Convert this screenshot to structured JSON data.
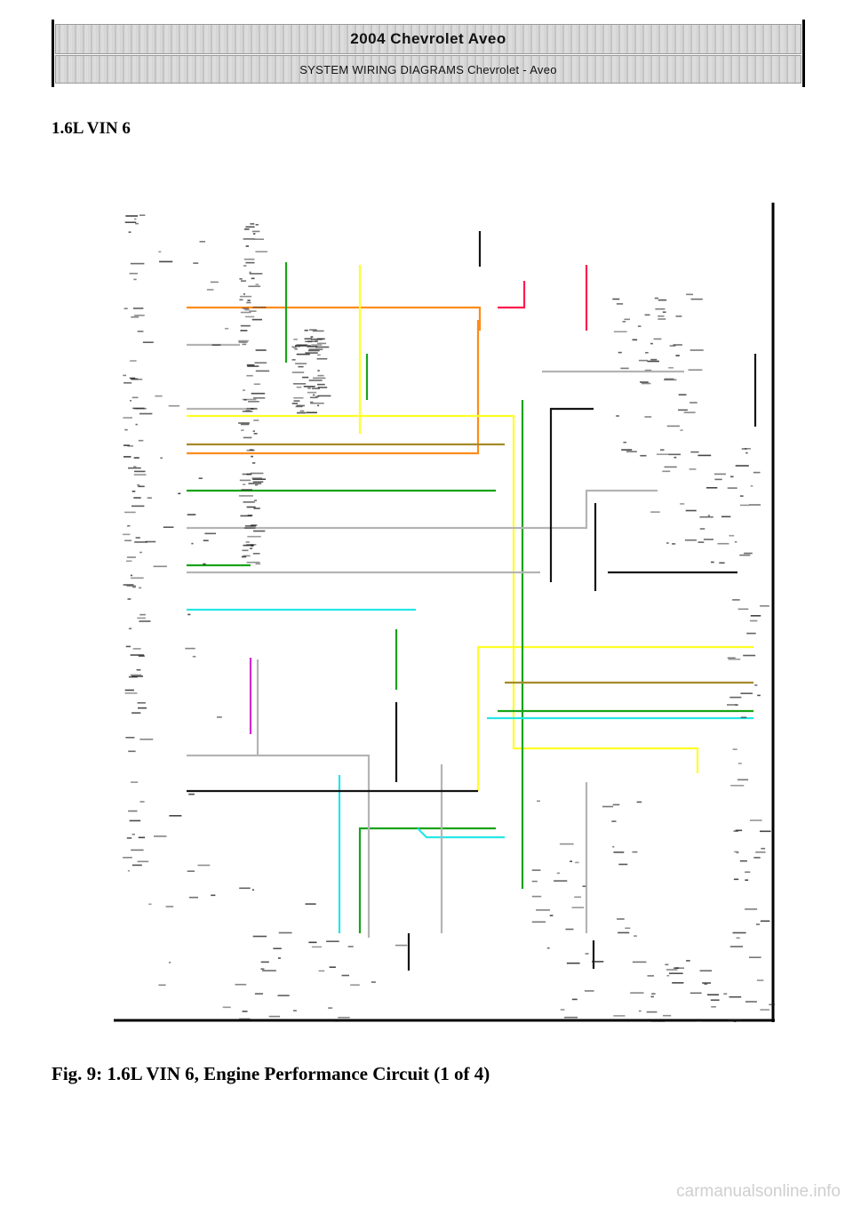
{
  "header": {
    "title": "2004 Chevrolet Aveo",
    "subtitle": "SYSTEM WIRING DIAGRAMS Chevrolet - Aveo"
  },
  "section_heading": "1.6L VIN 6",
  "caption": "Fig. 9: 1.6L VIN 6, Engine Performance Circuit (1 of 4)",
  "watermark": "carmanualsonline.info",
  "wire_colors": {
    "orange": "#ff8c1a",
    "green": "#19a319",
    "yellow": "#ffff26",
    "cyan": "#26e6e6",
    "gray": "#b4b4b4",
    "black": "#141414",
    "tan": "#a58a2a",
    "red": "#ff1a4d",
    "magenta": "#d22ad2"
  }
}
